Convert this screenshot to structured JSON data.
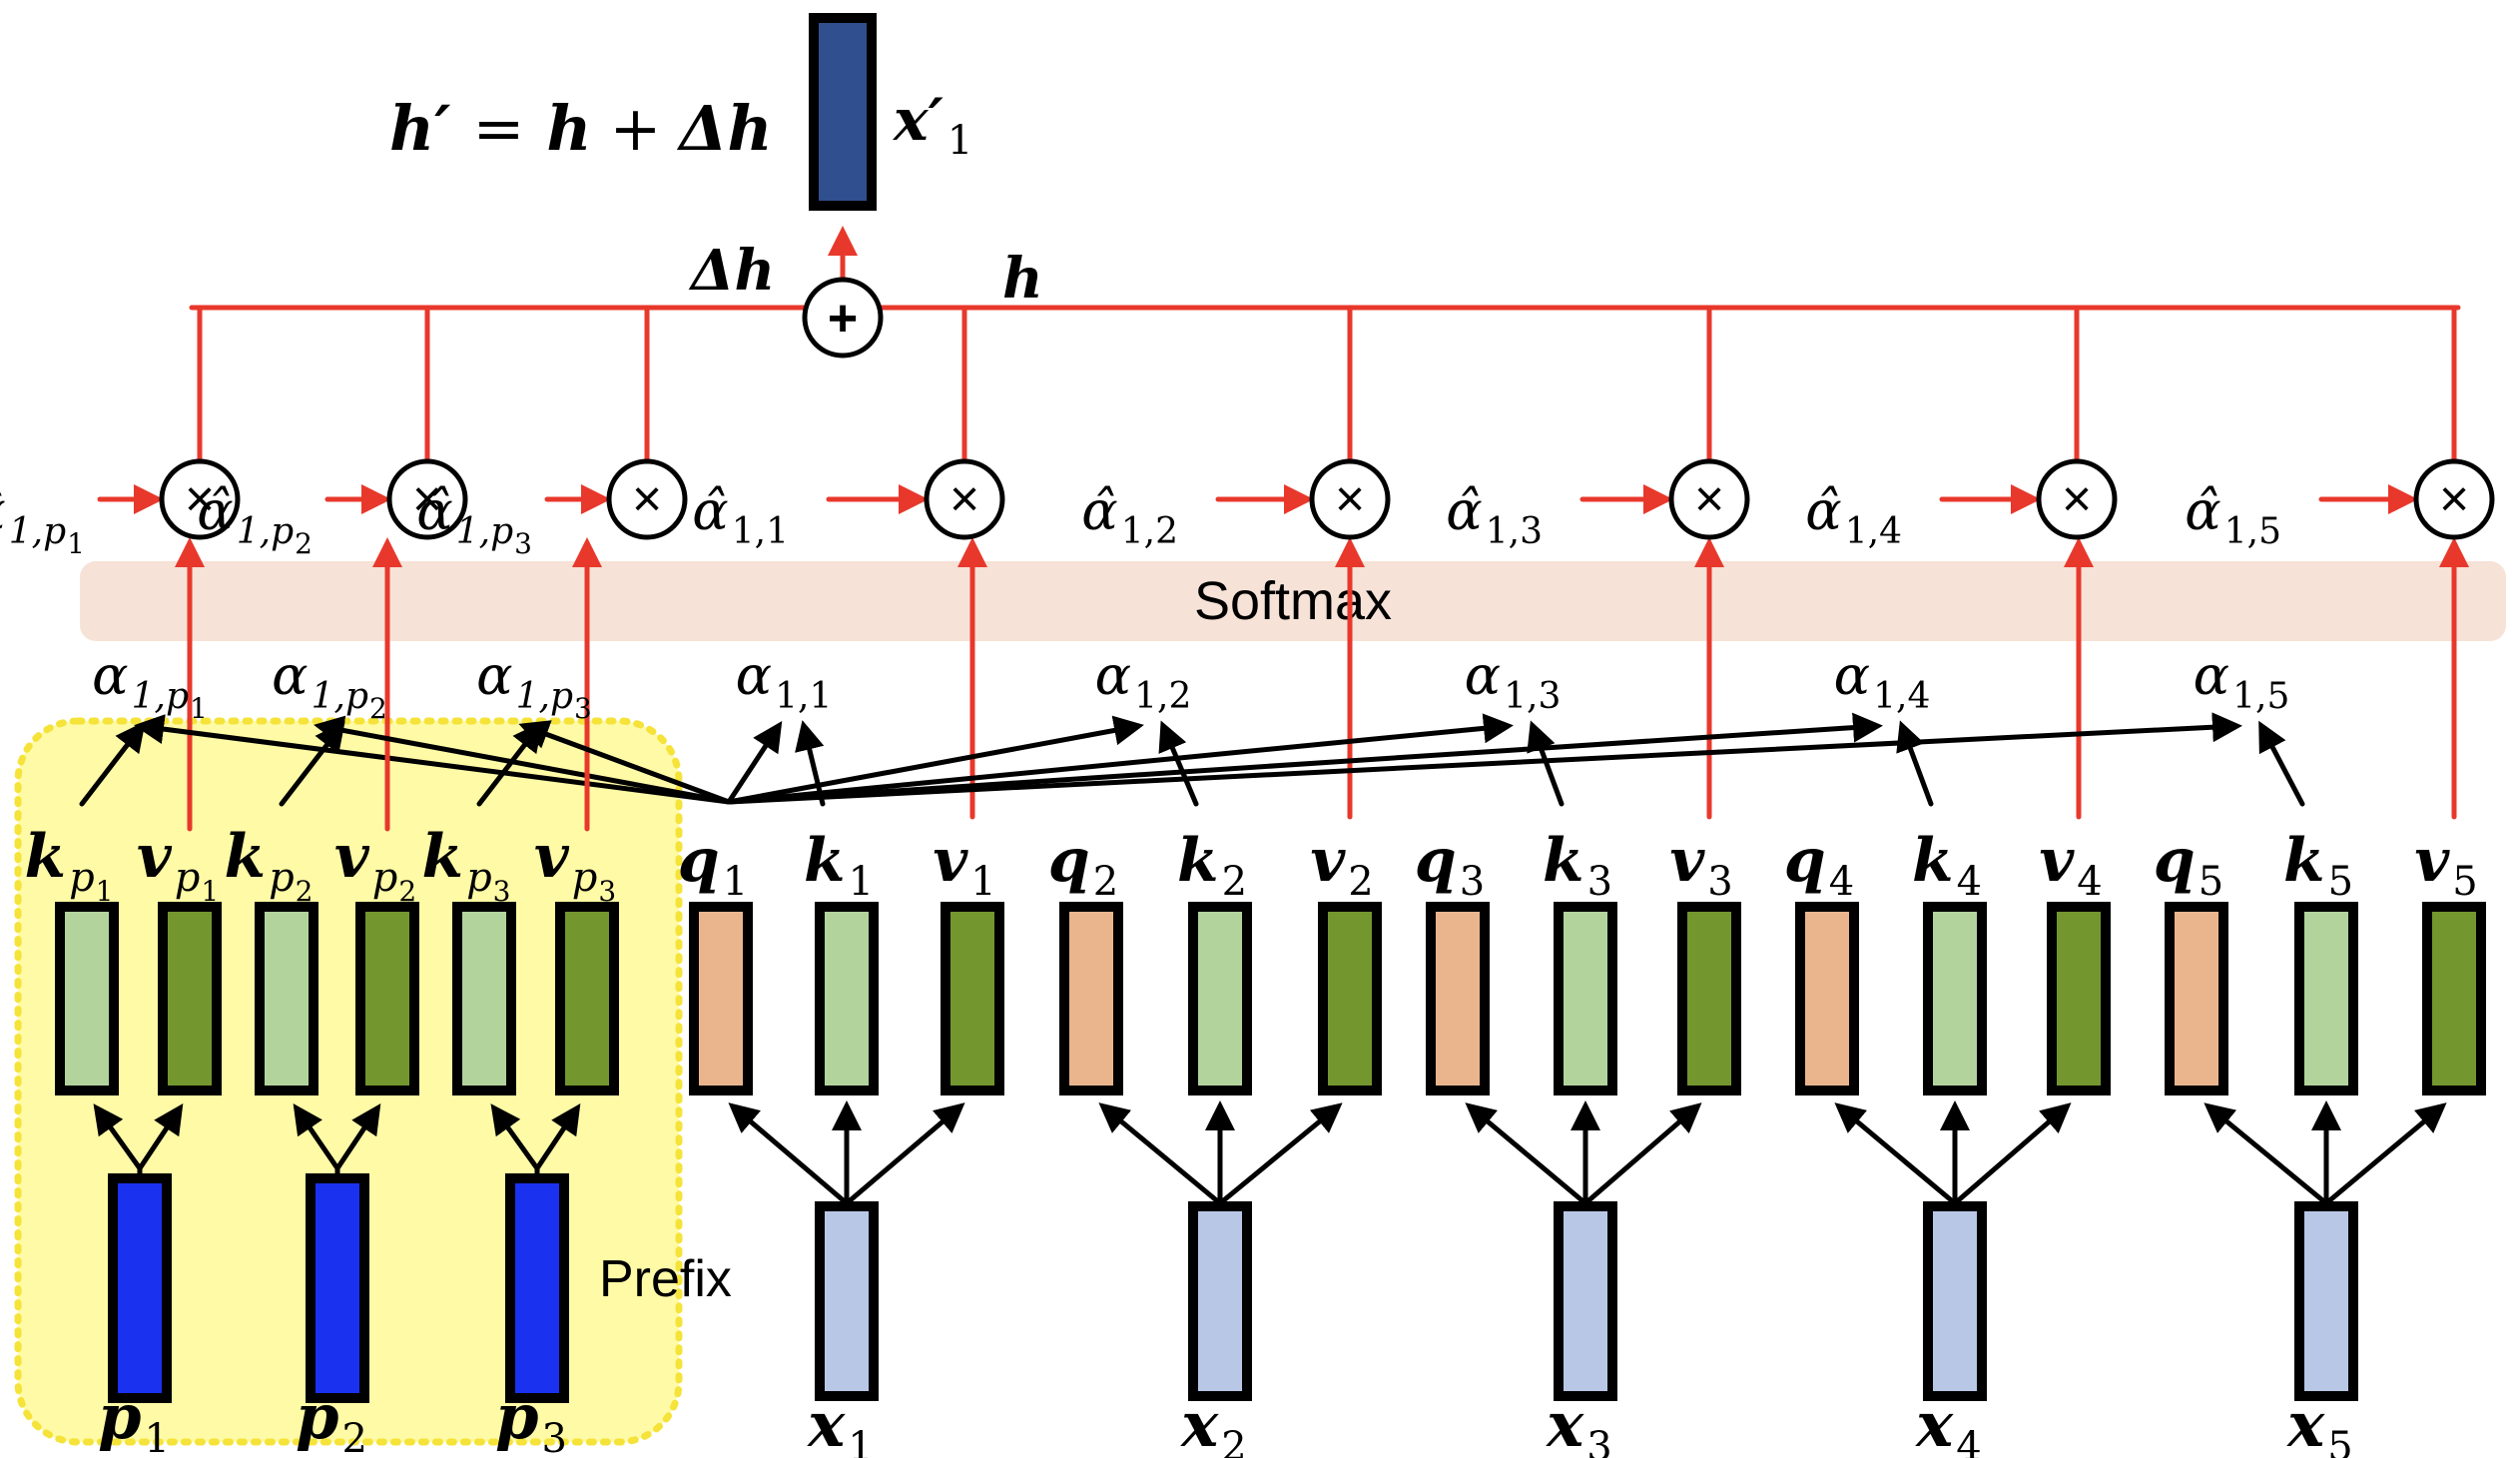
{
  "formula": {
    "lhs": "h′",
    "eq": "=",
    "h": "h",
    "plus": "+",
    "dh": "Δh"
  },
  "output": {
    "label": "x′",
    "sub": "1"
  },
  "sum": {
    "delta_label": "Δh",
    "h_label": "h",
    "symbol": "+"
  },
  "softmax": {
    "label": "Softmax"
  },
  "prefix": {
    "label": "Prefix"
  },
  "multiply_symbol": "×",
  "alpha_symbol": "α",
  "alpha_hat_symbol": "α̂",
  "prefix_tokens": [
    {
      "p": "p",
      "p_sub": "1",
      "k": "k",
      "k_sub": "p",
      "k_subsub": "1",
      "v": "v",
      "v_sub": "p",
      "v_subsub": "1",
      "alpha_sub": "1,p",
      "alpha_subsub": "1"
    },
    {
      "p": "p",
      "p_sub": "2",
      "k": "k",
      "k_sub": "p",
      "k_subsub": "2",
      "v": "v",
      "v_sub": "p",
      "v_subsub": "2",
      "alpha_sub": "1,p",
      "alpha_subsub": "2"
    },
    {
      "p": "p",
      "p_sub": "3",
      "k": "k",
      "k_sub": "p",
      "k_subsub": "3",
      "v": "v",
      "v_sub": "p",
      "v_subsub": "3",
      "alpha_sub": "1,p",
      "alpha_subsub": "3"
    }
  ],
  "tokens": [
    {
      "x": "x",
      "q": "q",
      "k": "k",
      "v": "v",
      "sub": "1",
      "alpha_sub": "1,1"
    },
    {
      "x": "x",
      "q": "q",
      "k": "k",
      "v": "v",
      "sub": "2",
      "alpha_sub": "1,2"
    },
    {
      "x": "x",
      "q": "q",
      "k": "k",
      "v": "v",
      "sub": "3",
      "alpha_sub": "1,3"
    },
    {
      "x": "x",
      "q": "q",
      "k": "k",
      "v": "v",
      "sub": "4",
      "alpha_sub": "1,4"
    },
    {
      "x": "x",
      "q": "q",
      "k": "k",
      "v": "v",
      "sub": "5",
      "alpha_sub": "1,5"
    }
  ],
  "colors": {
    "red": "#e8382c",
    "black": "#000000",
    "prefix_bg": "#fffaa6",
    "prefix_border": "#f5e33a",
    "softmax_bg": "#f6e2d7",
    "query": "#eab58d",
    "key": "#b2d49c",
    "value": "#74962f",
    "prefix_input": "#1a31f0",
    "token_input": "#b9c7e6",
    "output": "#2f4f8e"
  }
}
